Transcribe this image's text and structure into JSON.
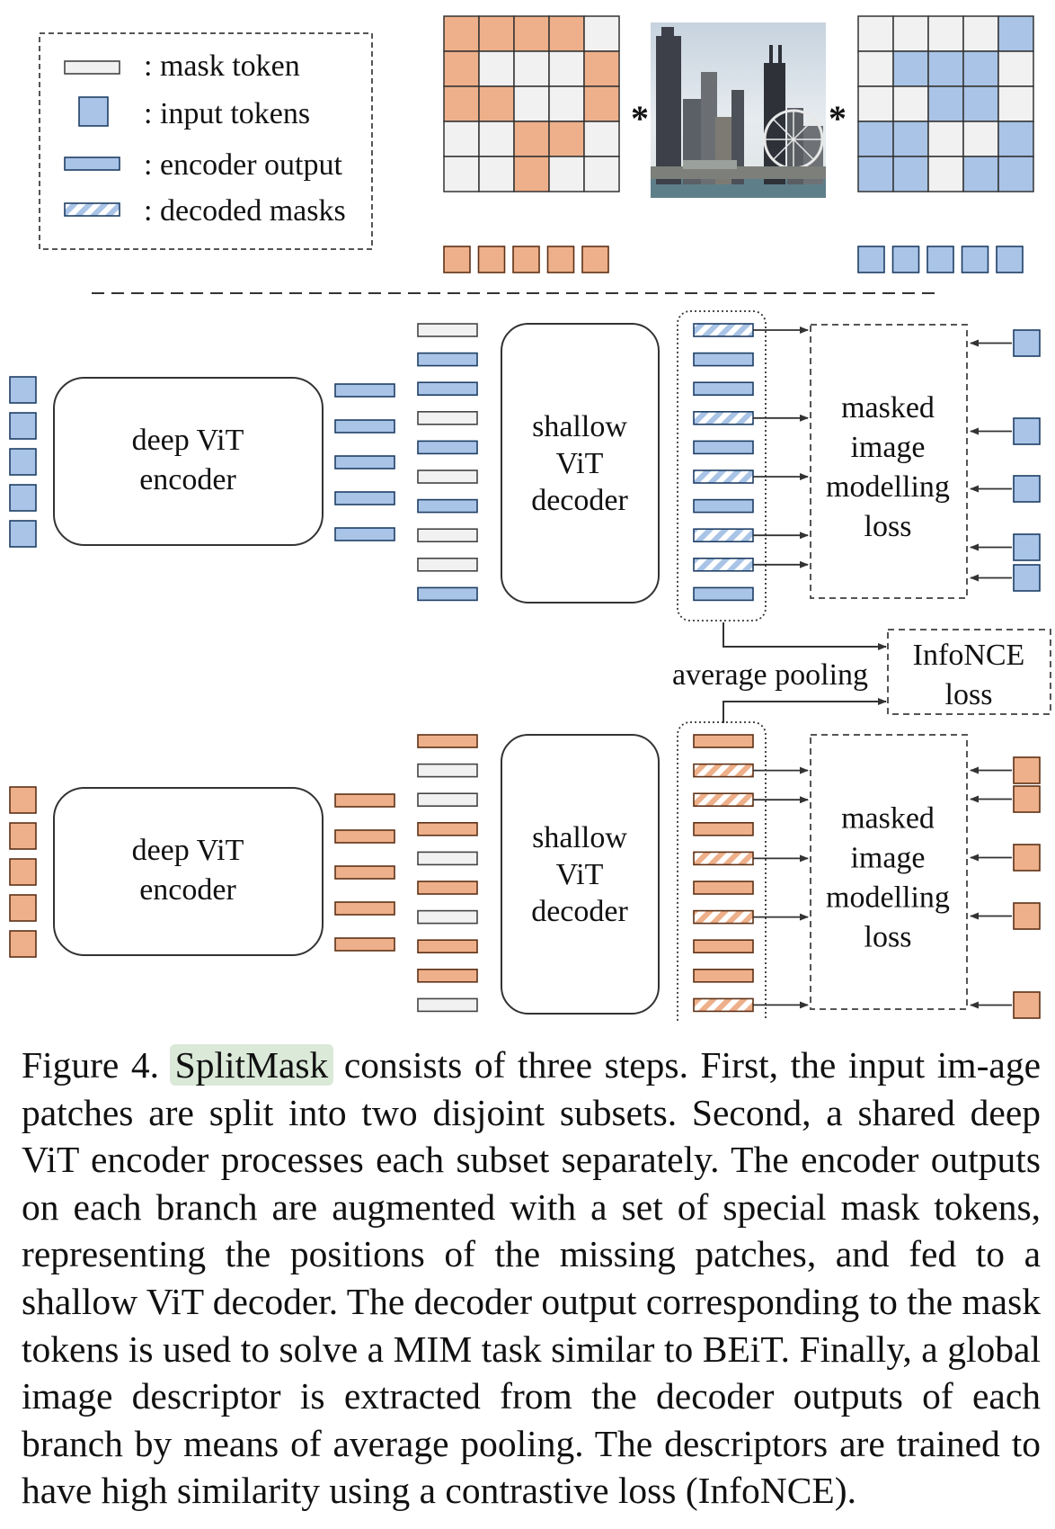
{
  "legend": {
    "items": [
      {
        "kind": "mask",
        "label": ": mask token"
      },
      {
        "kind": "input",
        "label": ": input tokens"
      },
      {
        "kind": "encoder",
        "label": ": encoder output"
      },
      {
        "kind": "decoded",
        "label": ": decoded masks"
      }
    ]
  },
  "top": {
    "left_mask_grid": [
      [
        1,
        1,
        1,
        1,
        0
      ],
      [
        1,
        0,
        0,
        0,
        1
      ],
      [
        1,
        1,
        0,
        0,
        1
      ],
      [
        0,
        0,
        1,
        1,
        0
      ],
      [
        0,
        0,
        1,
        0,
        0
      ]
    ],
    "right_mask_grid": [
      [
        0,
        0,
        0,
        0,
        1
      ],
      [
        0,
        1,
        1,
        1,
        0
      ],
      [
        0,
        0,
        1,
        1,
        0
      ],
      [
        1,
        1,
        0,
        0,
        1
      ],
      [
        1,
        1,
        0,
        1,
        1
      ]
    ],
    "operator_symbol": "*",
    "left_token_count": 5,
    "right_token_count": 5
  },
  "branches": [
    {
      "name": "blue",
      "encoder_label": [
        "deep ViT",
        "encoder"
      ],
      "decoder_label": [
        "shallow",
        "ViT",
        "decoder"
      ],
      "loss_label": [
        "masked",
        "image",
        "modelling",
        "loss"
      ],
      "decoder_input_pattern": [
        "m",
        "e",
        "e",
        "m",
        "e",
        "m",
        "e",
        "m",
        "m",
        "e"
      ],
      "decoder_output_pattern": [
        "d",
        "e",
        "e",
        "d",
        "e",
        "d",
        "e",
        "d",
        "d",
        "e"
      ]
    },
    {
      "name": "orange",
      "encoder_label": [
        "deep ViT",
        "encoder"
      ],
      "decoder_label": [
        "shallow",
        "ViT",
        "decoder"
      ],
      "loss_label": [
        "masked",
        "image",
        "modelling",
        "loss"
      ],
      "decoder_input_pattern": [
        "e",
        "m",
        "m",
        "e",
        "m",
        "e",
        "m",
        "e",
        "e",
        "m"
      ],
      "decoder_output_pattern": [
        "e",
        "d",
        "d",
        "e",
        "d",
        "e",
        "d",
        "e",
        "e",
        "d"
      ]
    }
  ],
  "pooling_label": "average pooling",
  "infonce_label": [
    "InfoNCE",
    "loss"
  ],
  "colors": {
    "blue_fill": "#a9c4e6",
    "blue_stroke": "#1f3f66",
    "orange_fill": "#eeb08a",
    "orange_stroke": "#5e3116",
    "mask_fill": "#f1f1f1",
    "highlight": "#dbe9d8"
  },
  "caption": {
    "prefix": "Figure 4. ",
    "highlight": "SplitMask",
    "text": " consists of three steps. First, the input im-age patches are split into two disjoint subsets. Second, a shared deep ViT encoder processes each subset separately. The encoder outputs on each branch are augmented with a set of special mask tokens, representing the positions of the missing patches, and fed to a shallow ViT decoder. The decoder output corresponding to the mask tokens is used to solve a MIM task similar to BEiT. Finally, a global image descriptor is extracted from the decoder outputs of each branch by means of average pooling. The descriptors are trained to have high similarity using a contrastive loss (InfoNCE)."
  }
}
